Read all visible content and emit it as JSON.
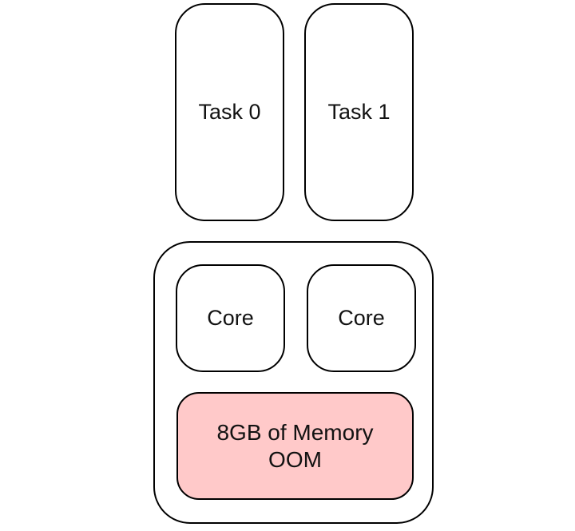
{
  "diagram": {
    "tasks": [
      {
        "label": "Task 0"
      },
      {
        "label": "Task 1"
      }
    ],
    "machine": {
      "cores": [
        {
          "label": "Core"
        },
        {
          "label": "Core"
        }
      ],
      "memory": {
        "line1": "8GB of Memory",
        "line2": "OOM"
      }
    },
    "colors": {
      "stroke": "#000000",
      "background": "#ffffff",
      "memory_fill": "#ffc9c9",
      "text": "#121212"
    }
  }
}
